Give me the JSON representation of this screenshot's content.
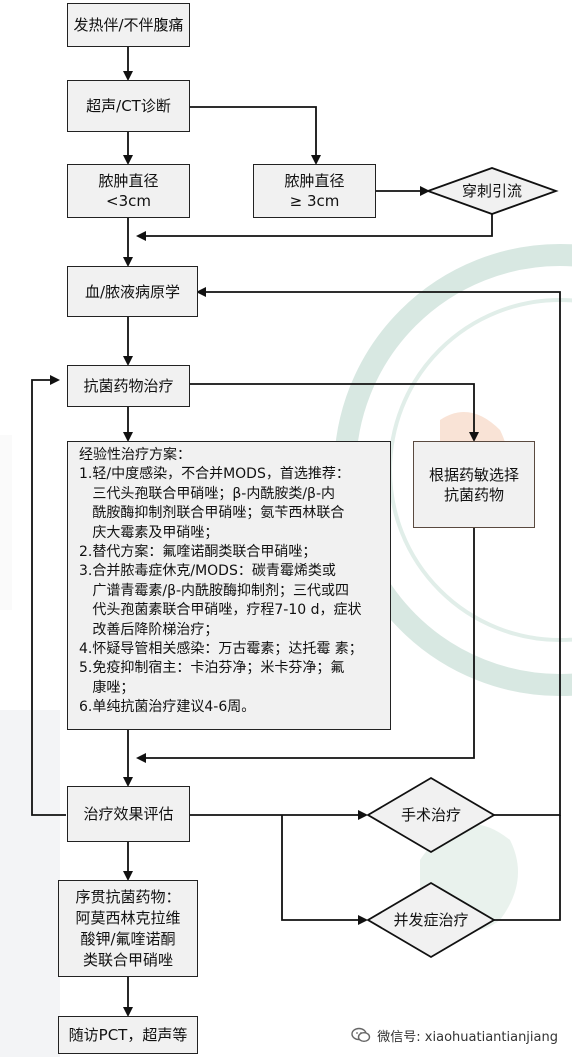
{
  "nodes": {
    "start": "发热伴/不伴腹痛",
    "diagnosis": "超声/CT诊断",
    "small": "脓肿直径\n<3cm",
    "large": "脓肿直径\n≥ 3cm",
    "drainage": "穿刺引流",
    "pathogen": "血/脓液病原学",
    "antibiotic": "抗菌药物治疗",
    "sensitivity": "根据药敏选择\n抗菌药物",
    "evaluation": "治疗效果评估",
    "surgery": "手术治疗",
    "complication": "并发症治疗",
    "sequential": "序贯抗菌药物：\n阿莫西林克拉维\n酸钾/氟喹诺酮\n类联合甲硝唑",
    "followup": "随访PCT，超声等"
  },
  "empiric": {
    "title": "经验性治疗方案：",
    "lines": [
      "1.轻/中度感染，不合并MODS，首选推荐：",
      "   三代头孢联合甲硝唑；β-内酰胺类/β-内",
      "   酰胺酶抑制剂联合甲硝唑；氨苄西林联合",
      "   庆大霉素及甲硝唑；",
      "2.替代方案：氟喹诺酮类联合甲硝唑；",
      "3.合并脓毒症休克/MODS：碳青霉烯类或",
      "   广谱青霉素/β-内酰胺酶抑制剂；三代或四",
      "   代头孢菌素联合甲硝唑，疗程7-10 d，症状",
      "   改善后降阶梯治疗；",
      "4.怀疑导管相关感染：万古霉素；达托霉 素；",
      "5.免疫抑制宿主：卡泊芬净；米卡芬净；氟",
      "   康唑；",
      "6.单纯抗菌治疗建议4-6周。"
    ]
  },
  "footer": {
    "text": "微信号: xiaohuatiantianjiang",
    "icon": "wechat-icon"
  },
  "colors": {
    "box_fill": "#f1f1f1",
    "border": "#222222",
    "highlight_border": "#7a5a4a",
    "watermark_green": "#cfe3dc",
    "watermark_orange": "#f4c9b0"
  }
}
